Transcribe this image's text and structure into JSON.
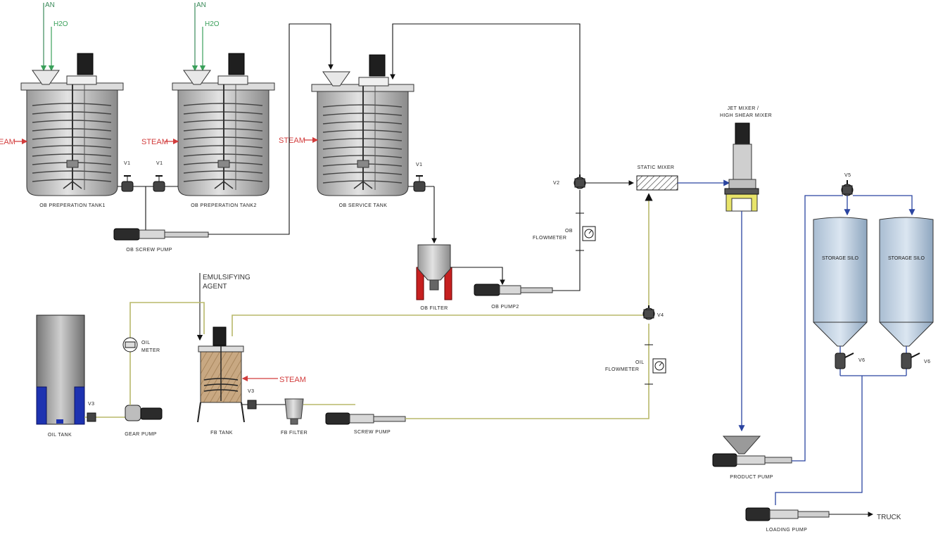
{
  "feeds": {
    "an": "AN",
    "h2o": "H2O"
  },
  "steam": "STEAM",
  "steam_cut": "EAM",
  "tanks": {
    "prep1": "OB PREPERATION TANK1",
    "prep2": "OB PREPERATION TANK2",
    "service": "OB SERVICE TANK",
    "fb": "FB TANK",
    "oil": "OIL TANK"
  },
  "pumps": {
    "ob_screw": "OB SCREW PUMP",
    "ob_pump2": "OB PUMP2",
    "gear": "GEAR PUMP",
    "screw": "SCREW PUMP",
    "product": "PRODUCT PUMP",
    "loading": "LOADING PUMP"
  },
  "filters": {
    "ob": "OB FILTER",
    "fb": "FB FILTER"
  },
  "valves": {
    "v1": "V1",
    "v2": "V2",
    "v3": "V3",
    "v4": "V4",
    "v5": "V5",
    "v6": "V6"
  },
  "instruments": {
    "ob_flowmeter_1": "OB",
    "ob_flowmeter_2": "FLOWMETER",
    "oil_flowmeter_1": "OIL",
    "oil_flowmeter_2": "FLOWMETER",
    "oil_meter_1": "OIL",
    "oil_meter_2": "METER"
  },
  "mixers": {
    "static": "STATIC MIXER",
    "jet_1": "JET MIXER /",
    "jet_2": "HIGH SHEAR MIXER"
  },
  "emulsifying_1": "EMULSIFYING",
  "emulsifying_2": "AGENT",
  "silos": {
    "a": "STORAGE SILO",
    "b": "STORAGE SILO"
  },
  "truck": "TRUCK"
}
